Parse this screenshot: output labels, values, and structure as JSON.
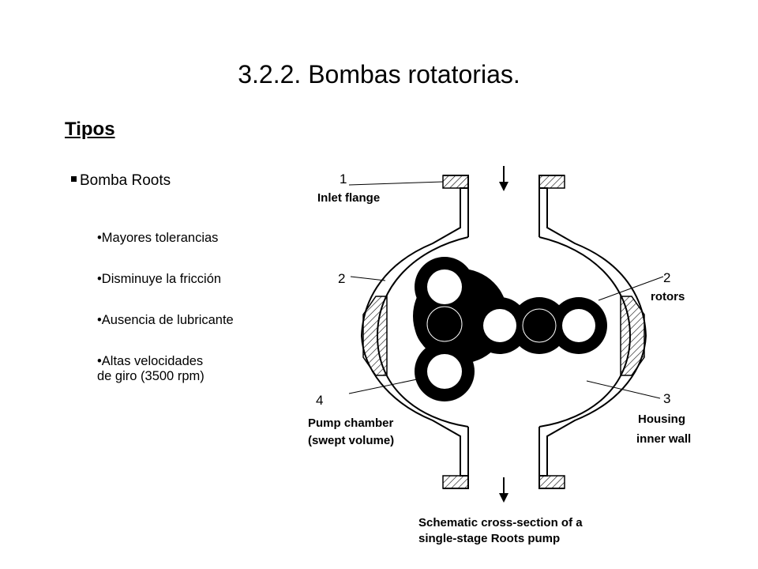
{
  "slide": {
    "title": "3.2.2. Bombas rotatorias.",
    "subtitle": "Tipos",
    "section": "Bomba Roots",
    "points": [
      "•Mayores tolerancias",
      "•Disminuye la fricción",
      "•Ausencia de lubricante",
      "•Altas velocidades",
      "de giro (3500 rpm)"
    ]
  },
  "diagram": {
    "labels": {
      "inlet_num": "1",
      "inlet": "Inlet flange",
      "left_num": "2",
      "rotors_num": "2",
      "rotors": "rotors",
      "chamber_num": "4",
      "chamber_1": "Pump chamber",
      "chamber_2": "(swept volume)",
      "housing_num": "3",
      "housing_1": "Housing",
      "housing_2": "inner wall"
    },
    "caption_1": "Schematic cross-section of a",
    "caption_2": "single-stage Roots pump"
  }
}
